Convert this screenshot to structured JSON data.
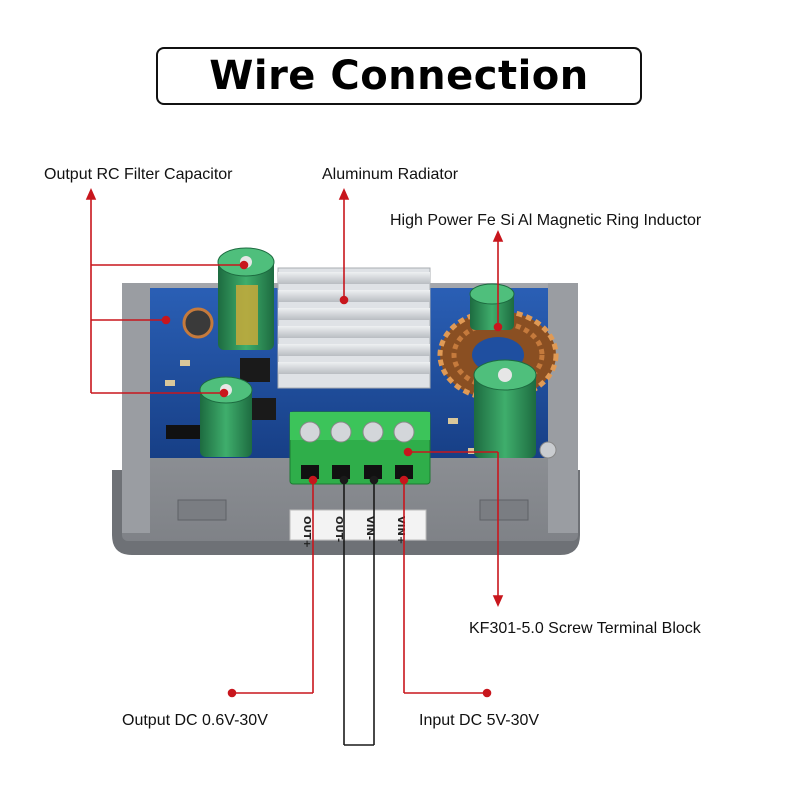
{
  "title": "Wire Connection",
  "colors": {
    "callout_line": "#c8161d",
    "wire": "#1a1a1a",
    "pcb": "#1f4fa0",
    "terminal": "#2fae4a",
    "capacitor": "#2f8f5a",
    "heatsink": "#cfd3d8",
    "enclosure": "#8e9196",
    "inductor_copper": "#c57a3c"
  },
  "callouts": {
    "output_rc_filter_capacitor": "Output RC Filter Capacitor",
    "aluminum_radiator": "Aluminum Radiator",
    "magnetic_ring_inductor": "High Power Fe Si Al Magnetic Ring Inductor",
    "screw_terminal_block": "KF301-5.0 Screw Terminal Block",
    "output_dc": "Output DC 0.6V-30V",
    "input_dc": "Input DC 5V-30V"
  },
  "terminal_labels": [
    "OUT+",
    "OUT-",
    "VIN-",
    "VIN+"
  ],
  "icons": [
    "buck-converter-module-illustration"
  ]
}
